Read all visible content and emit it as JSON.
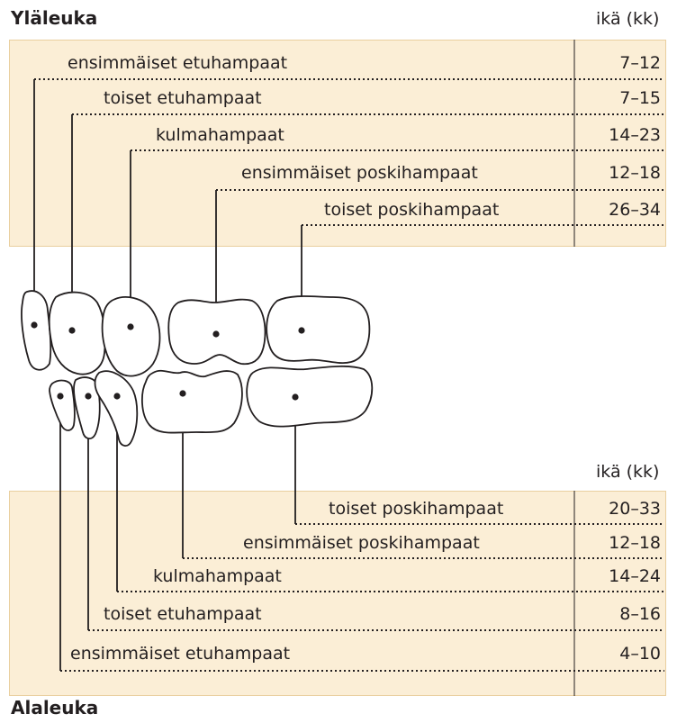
{
  "upper": {
    "title": "Yläleuka",
    "age_header": "ikä (kk)",
    "rows": [
      {
        "label": "ensimmäiset etuhampaat",
        "age": "7–12"
      },
      {
        "label": "toiset etuhampaat",
        "age": "7–15"
      },
      {
        "label": "kulmahampaat",
        "age": "14–23"
      },
      {
        "label": "ensimmäiset poskihampaat",
        "age": "12–18"
      },
      {
        "label": "toiset poskihampaat",
        "age": "26–34"
      }
    ]
  },
  "lower": {
    "title": "Alaleuka",
    "age_header": "ikä (kk)",
    "rows": [
      {
        "label": "toiset poskihampaat",
        "age": "20–33"
      },
      {
        "label": "ensimmäiset poskihampaat",
        "age": "12–18"
      },
      {
        "label": "kulmahampaat",
        "age": "14–24"
      },
      {
        "label": "toiset etuhampaat",
        "age": "8–16"
      },
      {
        "label": "ensimmäiset etuhampaat",
        "age": "4–10"
      }
    ]
  },
  "colors": {
    "panel": "#fbeed6",
    "panel_border": "#e9cf9f",
    "line": "#231f20"
  }
}
